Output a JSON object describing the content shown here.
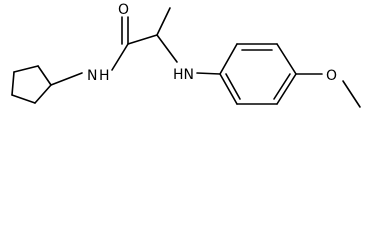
{
  "molecule": {
    "atoms": {
      "oxygen_carbonyl": "O",
      "amide_nitrogen": "N",
      "amide_hydrogen": "H",
      "amine_label": "HN",
      "methoxy_oxygen": "O"
    }
  }
}
